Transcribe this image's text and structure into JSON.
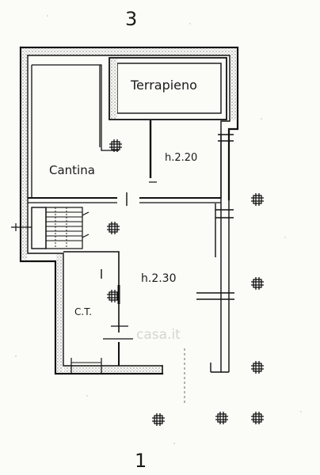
{
  "plan": {
    "top_number": "3",
    "bottom_number": "1",
    "watermark": "casa.it"
  },
  "rooms": {
    "terrapieno": "Terrapieno",
    "cantina": "Cantina",
    "height_upper": "h.2.20",
    "height_main": "h.2.30",
    "centrale_termica": "C.T."
  }
}
